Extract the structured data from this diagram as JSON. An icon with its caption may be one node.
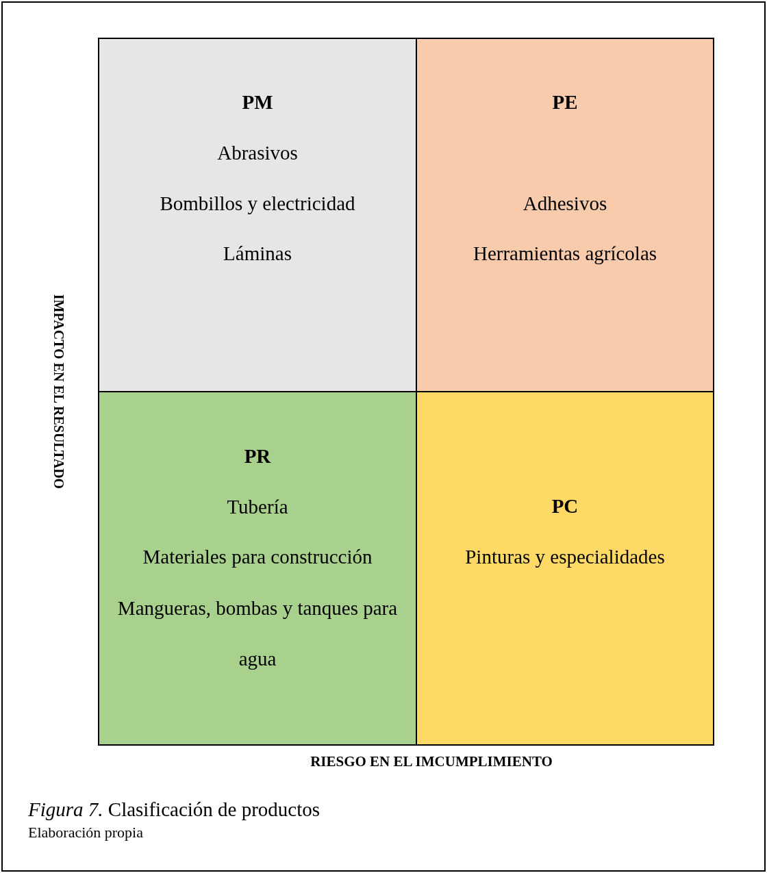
{
  "diagram": {
    "caption": "*Figura 7.* Clasificación de productos",
    "nodes": [
      {
        "text": [
          "PM",
          "Abrasivos",
          "Bombillos y electricidad",
          "Láminas"
        ]
      },
      {
        "text": [
          "PE",
          "Adhesivos",
          "Herramientas agrícolas"
        ]
      },
      {
        "text": [
          "PR",
          "Tubería",
          "Materiales para construcción",
          "Mangueras, bombas y tanques para agua"
        ]
      },
      {
        "text": [
          "PC",
          "Pinturas y especialidades"
        ]
      }
    ],
    "labels": [
      "IMPACTO EN EL RESULTADO",
      "RIESGO EN EL IMCUMPLIMIENTO",
      "Elaboración propia"
    ]
  }
}
